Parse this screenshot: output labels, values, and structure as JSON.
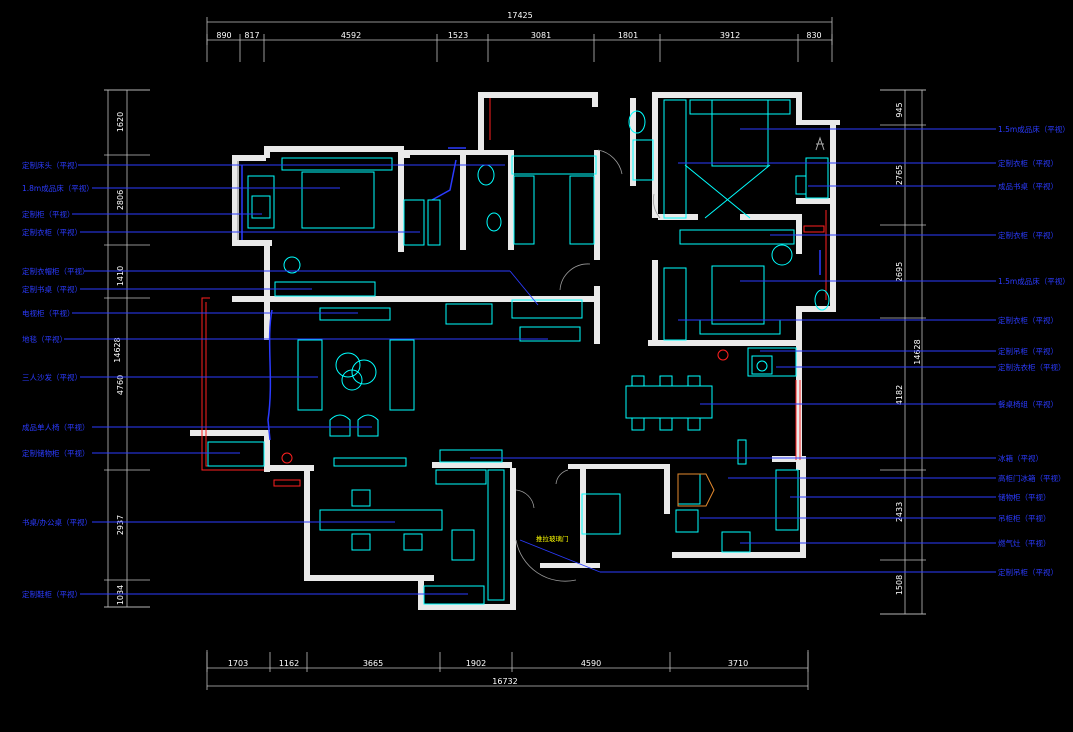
{
  "colors": {
    "background": "#000000",
    "walls": "#e9e9e9",
    "furniture": "#00ffff",
    "dimensions": "#ffffff",
    "labels": "#2b3bff",
    "accent_red": "#ff2020",
    "door_yellow": "#ffff00"
  },
  "dimensions": {
    "top_total": "17425",
    "top_segments": [
      "890",
      "817",
      "4592",
      "1523",
      "3081",
      "1801",
      "3912",
      "830"
    ],
    "bottom_total": "16732",
    "bottom_segments": [
      "1703",
      "1162",
      "3665",
      "1902",
      "4590",
      "3710"
    ],
    "left_total": "14628",
    "left_segments": [
      "1620",
      "2806",
      "1410",
      "4760",
      "2937",
      "1034"
    ],
    "right_total": "14628",
    "right_segments": [
      "945",
      "2765",
      "2695",
      "4182",
      "2433",
      "1508"
    ]
  },
  "left_labels": [
    "定制床头（平视）",
    "1.8m成品床（平视）",
    "定制柜（平视）",
    "定制衣柜（平视）",
    "定制衣帽柜（平视）",
    "定制书桌（平视）",
    "电视柜（平视）",
    "地毯（平视）",
    "三人沙发（平视）",
    "成品单人椅（平视）",
    "定制储物柜（平视）",
    "书桌/办公桌（平视）",
    "定制鞋柜（平视）"
  ],
  "right_labels": [
    "1.5m成品床（平视）",
    "定制衣柜（平视）",
    "成品书桌（平视）",
    "定制衣柜（平视）",
    "1.5m成品床（平视）",
    "定制衣柜（平视）",
    "定制吊柜（平视）",
    "定制洗衣柜（平视）",
    "餐桌椅组（平视）",
    "冰箱（平视）",
    "高柜门冰箱（平视）",
    "储物柜（平视）",
    "吊柜柜（平视）",
    "燃气灶（平视）",
    "定制吊柜（平视）"
  ],
  "door_label": "推拉玻璃门",
  "icons": [
    "washing-machine-icon",
    "toilet-icon",
    "plant-icon",
    "window-icon"
  ]
}
